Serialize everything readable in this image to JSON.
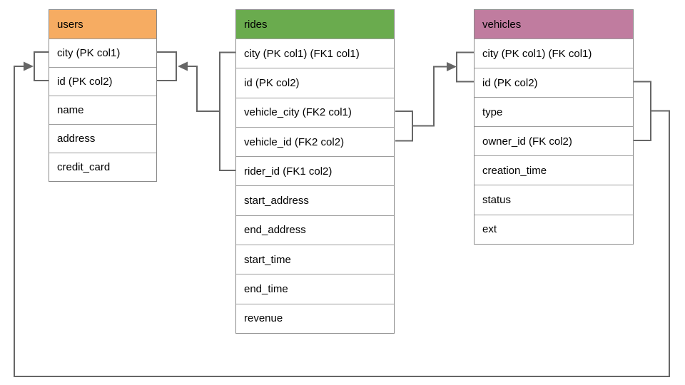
{
  "diagram": {
    "type": "database-schema",
    "tables": [
      {
        "name": "users",
        "header_color": "#F6AC62",
        "columns": [
          "city (PK col1)",
          "id (PK col2)",
          "name",
          "address",
          "credit_card"
        ]
      },
      {
        "name": "rides",
        "header_color": "#6AAB4E",
        "columns": [
          "city (PK col1) (FK1 col1)",
          "id (PK col2)",
          "vehicle_city (FK2 col1)",
          "vehicle_id (FK2 col2)",
          "rider_id (FK1 col2)",
          "start_address",
          "end_address",
          "start_time",
          "end_time",
          "revenue"
        ]
      },
      {
        "name": "vehicles",
        "header_color": "#C07C9F",
        "columns": [
          "city (PK col1) (FK col1)",
          "id (PK col2)",
          "type",
          "owner_id (FK col2)",
          "creation_time",
          "status",
          "ext"
        ]
      }
    ],
    "relationships": [
      {
        "name": "rides_fk1_to_users",
        "from_table": "rides",
        "from_columns": [
          "city (PK col1) (FK1 col1)",
          "rider_id (FK1 col2)"
        ],
        "to_table": "users",
        "to_columns": [
          "city (PK col1)",
          "id (PK col2)"
        ],
        "arrow_points_at": "users"
      },
      {
        "name": "rides_fk2_to_vehicles",
        "from_table": "rides",
        "from_columns": [
          "vehicle_city (FK2 col1)",
          "vehicle_id (FK2 col2)"
        ],
        "to_table": "vehicles",
        "to_columns": [
          "city (PK col1) (FK col1)",
          "id (PK col2)"
        ],
        "arrow_points_at": "vehicles"
      },
      {
        "name": "vehicles_fk_to_users",
        "from_table": "vehicles",
        "from_columns": [
          "id (PK col2)",
          "owner_id (FK col2)"
        ],
        "to_table": "users",
        "to_columns": [
          "city (PK col1)",
          "id (PK col2)"
        ],
        "arrow_points_at": "users"
      }
    ],
    "colors": {
      "background": "#FFFFFF",
      "connector_line": "#666666",
      "table_border": "#8A8A8A",
      "row_divider": "#9D9D9D",
      "text": "#000000"
    }
  }
}
